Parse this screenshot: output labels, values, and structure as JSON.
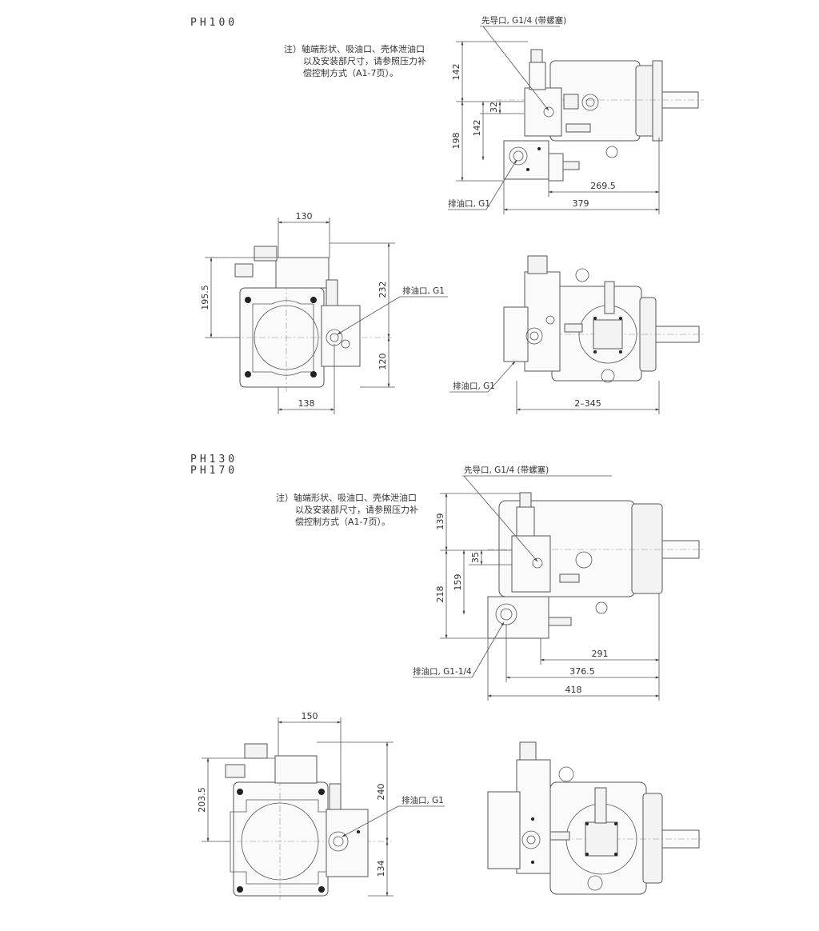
{
  "sections": [
    {
      "model_lines": [
        "PH100"
      ],
      "note": {
        "prefix": "注）",
        "line1": "轴端形状、吸油口、壳体泄油口",
        "line2": "以及安装部尺寸，请参照压力补",
        "line3": "偿控制方式（A1-7页）。"
      },
      "side_view": {
        "pilot_label": "先导口, G1/4 (带螺塞)",
        "discharge_label": "排油口, G1",
        "dims": {
          "d142_top": "142",
          "d32": "32",
          "d142": "142",
          "d198": "198",
          "d269_5": "269.5",
          "d379": "379"
        }
      },
      "front_view": {
        "discharge_label": "排油口, G1",
        "dims": {
          "d130": "130",
          "d195_5": "195.5",
          "d232": "232",
          "d120": "120",
          "d138": "138"
        }
      },
      "top_view": {
        "discharge_label": "排油口, G1",
        "dims": {
          "d2_345": "2–345"
        }
      }
    },
    {
      "model_lines": [
        "PH130",
        "PH170"
      ],
      "note": {
        "prefix": "注）",
        "line1": "轴端形状、吸油口、壳体泄油口",
        "line2": "以及安装部尺寸，请参照压力补",
        "line3": "偿控制方式（A1-7页）。"
      },
      "side_view": {
        "pilot_label": "先导口, G1/4 (带螺塞)",
        "discharge_label": "排油口, G1-1/4",
        "dims": {
          "d139": "139",
          "d35": "35",
          "d159": "159",
          "d218": "218",
          "d291": "291",
          "d376_5": "376.5",
          "d418": "418"
        }
      },
      "front_view": {
        "discharge_label": "排油口, G1",
        "dims": {
          "d150": "150",
          "d203_5": "203.5",
          "d240": "240",
          "d134": "134"
        }
      }
    }
  ]
}
